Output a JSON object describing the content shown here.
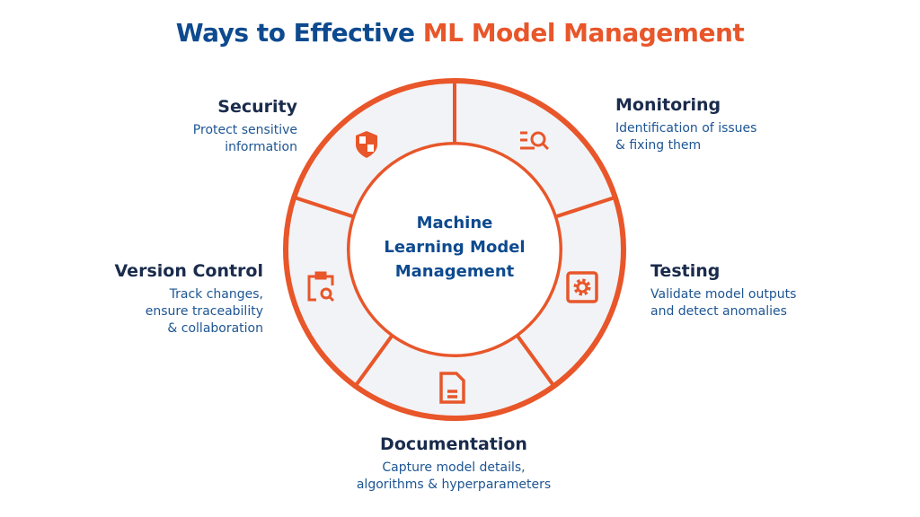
{
  "title": {
    "part1": "Ways to Effective",
    "part2": "ML Model Management"
  },
  "center": {
    "line1": "Machine",
    "line2": "Learning Model",
    "line3": "Management"
  },
  "colors": {
    "accent": "#e8562a",
    "navy": "#0d4a8f",
    "heading": "#1a2b4c",
    "segment_fill": "#f1f3f6"
  },
  "items": [
    {
      "title": "Security",
      "desc": "Protect sensitive\ninformation",
      "icon": "shield-icon"
    },
    {
      "title": "Monitoring",
      "desc": "Identification of issues\n& fixing them",
      "icon": "list-search-icon"
    },
    {
      "title": "Testing",
      "desc": "Validate model outputs\nand detect anomalies",
      "icon": "gear-box-icon"
    },
    {
      "title": "Documentation",
      "desc": "Capture model details,\nalgorithms & hyperparameters",
      "icon": "document-icon"
    },
    {
      "title": "Version Control",
      "desc": "Track changes,\nensure traceability\n& collaboration",
      "icon": "clipboard-search-icon"
    }
  ]
}
